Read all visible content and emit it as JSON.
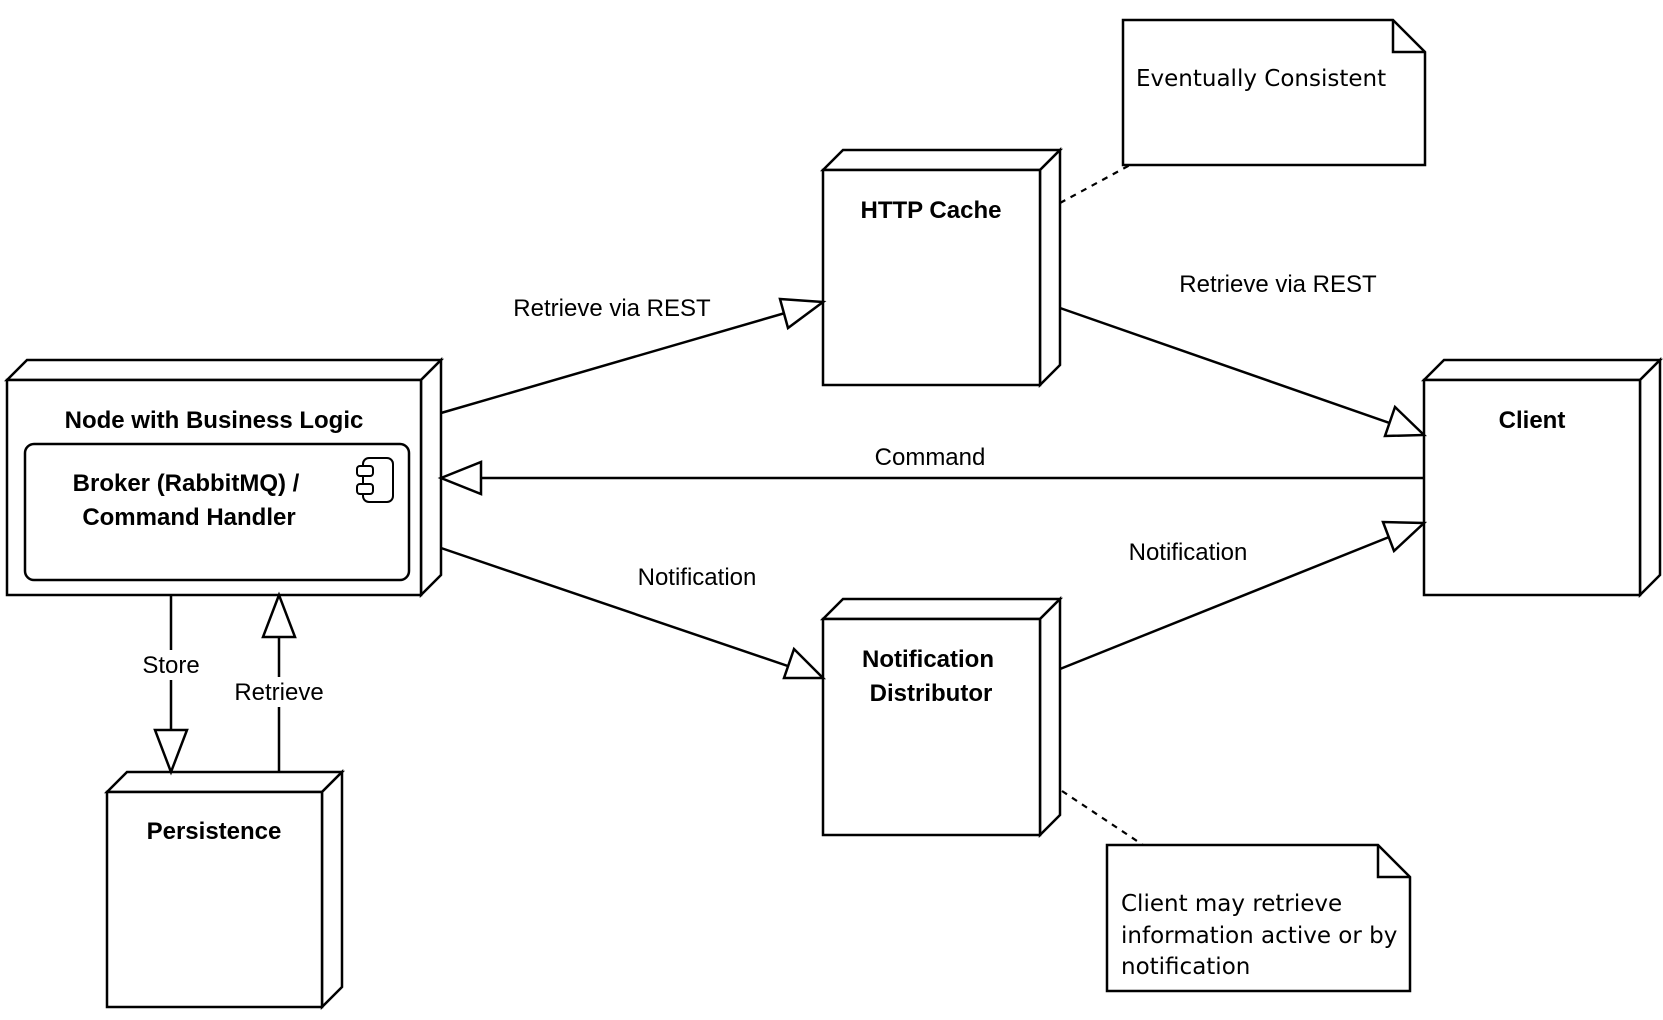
{
  "nodes": {
    "business_logic": {
      "title": "Node with Business Logic"
    },
    "component": {
      "line1": "Broker (RabbitMQ) /",
      "line2": "Command Handler",
      "icon": "component-icon"
    },
    "persistence": {
      "title": "Persistence"
    },
    "http_cache": {
      "title": "HTTP Cache"
    },
    "notification_distributor": {
      "line1": "Notification",
      "line2": "Distributor"
    },
    "client": {
      "title": "Client"
    }
  },
  "edges": {
    "retrieve_rest_to_cache": "Retrieve via REST",
    "retrieve_rest_cache_to_client": "Retrieve via REST",
    "command": "Command",
    "notification_to_distributor": "Notification",
    "notification_to_client": "Notification",
    "store": "Store",
    "retrieve": "Retrieve"
  },
  "notes": {
    "eventually_consistent": {
      "line1": "Eventually Consistent"
    },
    "client_retrieve": {
      "line1": "Client may retrieve",
      "line2": "information active or by",
      "line3": "notification"
    }
  }
}
